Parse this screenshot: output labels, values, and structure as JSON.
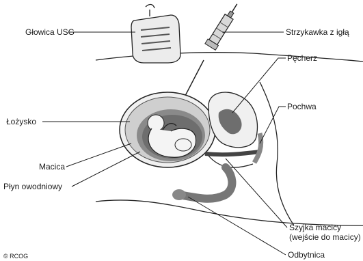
{
  "labels": {
    "probe": "Głowica USG",
    "syringe": "Strzykawka z igłą",
    "bladder": "Pęcherz",
    "placenta": "Łożysko",
    "vagina": "Pochwa",
    "uterus": "Macica",
    "amniotic_fluid": "Płyn owodniowy",
    "cervix_line1": "Szyjka macicy",
    "cervix_line2": "(wejście do macicy)",
    "rectum": "Odbytnica",
    "copyright": "© RCOG"
  }
}
